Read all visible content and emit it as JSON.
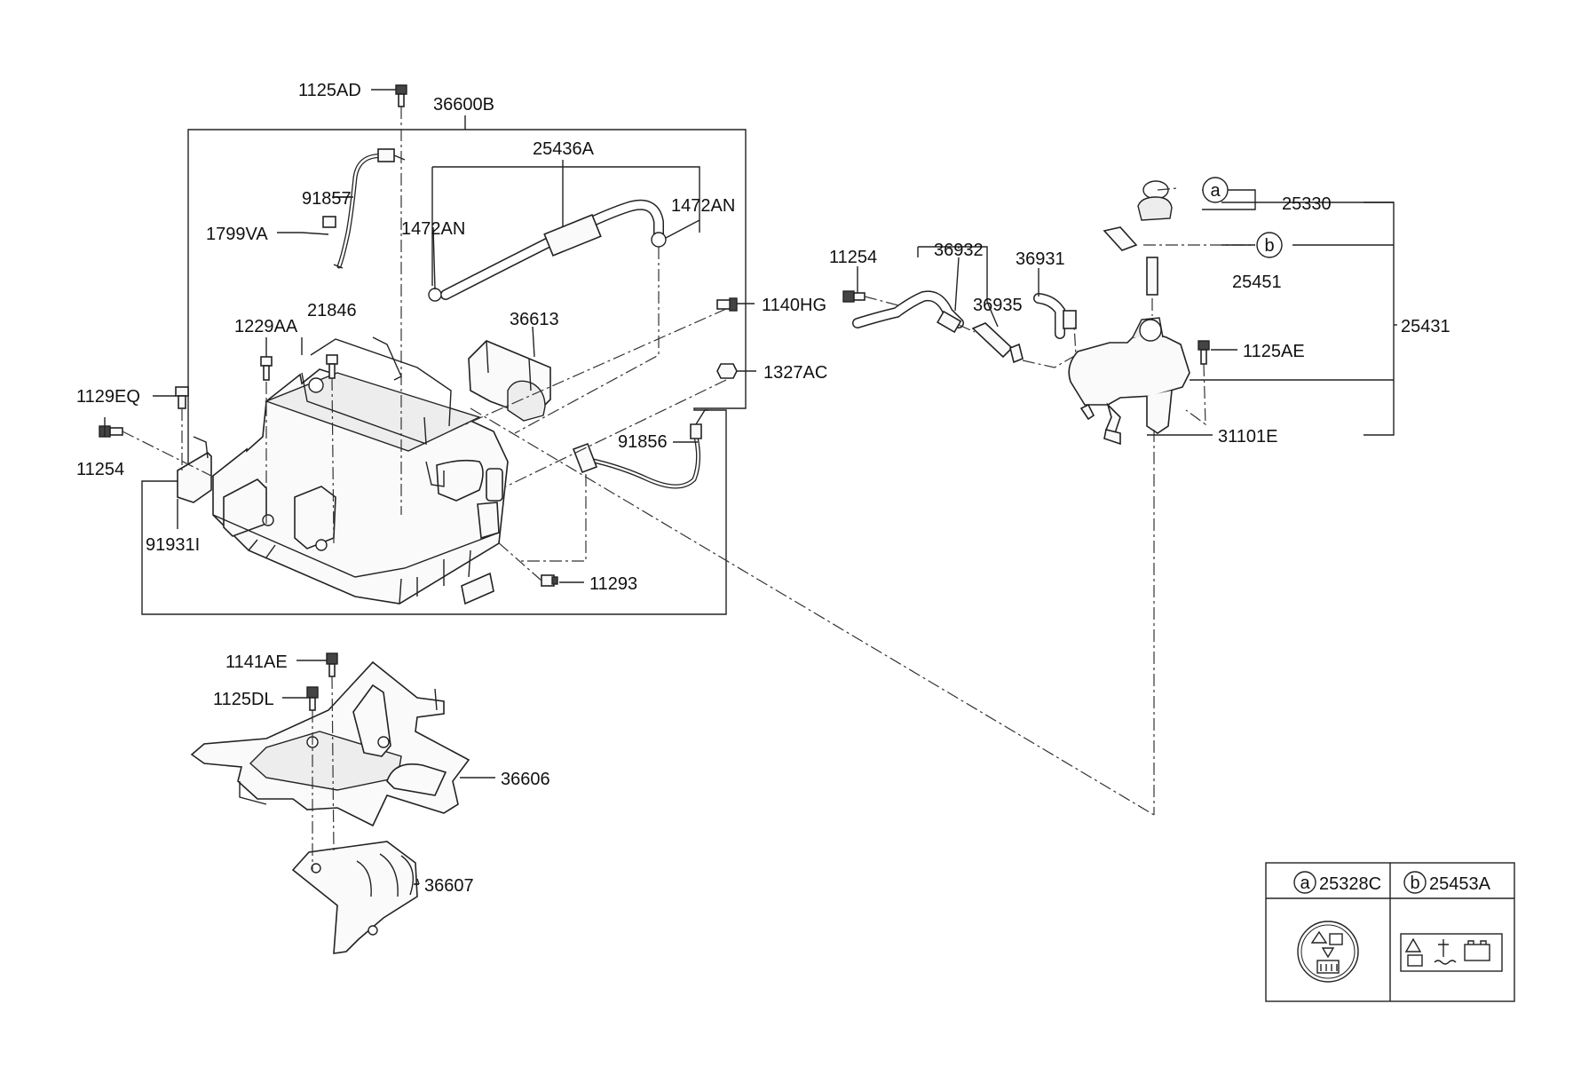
{
  "labels": {
    "l_1125AD": "1125AD",
    "l_36600B": "36600B",
    "l_25436A": "25436A",
    "l_91857": "91857",
    "l_1799VA": "1799VA",
    "l_1472AN_left": "1472AN",
    "l_1472AN_right": "1472AN",
    "l_1140HG": "1140HG",
    "l_1229AA": "1229AA",
    "l_21846": "21846",
    "l_36613": "36613",
    "l_1327AC": "1327AC",
    "l_1129EQ": "1129EQ",
    "l_11254_left": "11254",
    "l_91856": "91856",
    "l_91931I": "91931I",
    "l_11293": "11293",
    "l_1141AE": "1141AE",
    "l_1125DL": "1125DL",
    "l_36606": "36606",
    "l_36607": "36607",
    "l_11254_mid": "11254",
    "l_36932": "36932",
    "l_36931": "36931",
    "l_36935": "36935",
    "l_25330": "25330",
    "l_25451": "25451",
    "l_25431": "25431",
    "l_1125AE": "1125AE",
    "l_31101E": "31101E"
  },
  "markers": {
    "a": "a",
    "b": "b"
  },
  "legend": {
    "a_marker": "a",
    "a_part": "25328C",
    "b_marker": "b",
    "b_part": "25453A"
  }
}
